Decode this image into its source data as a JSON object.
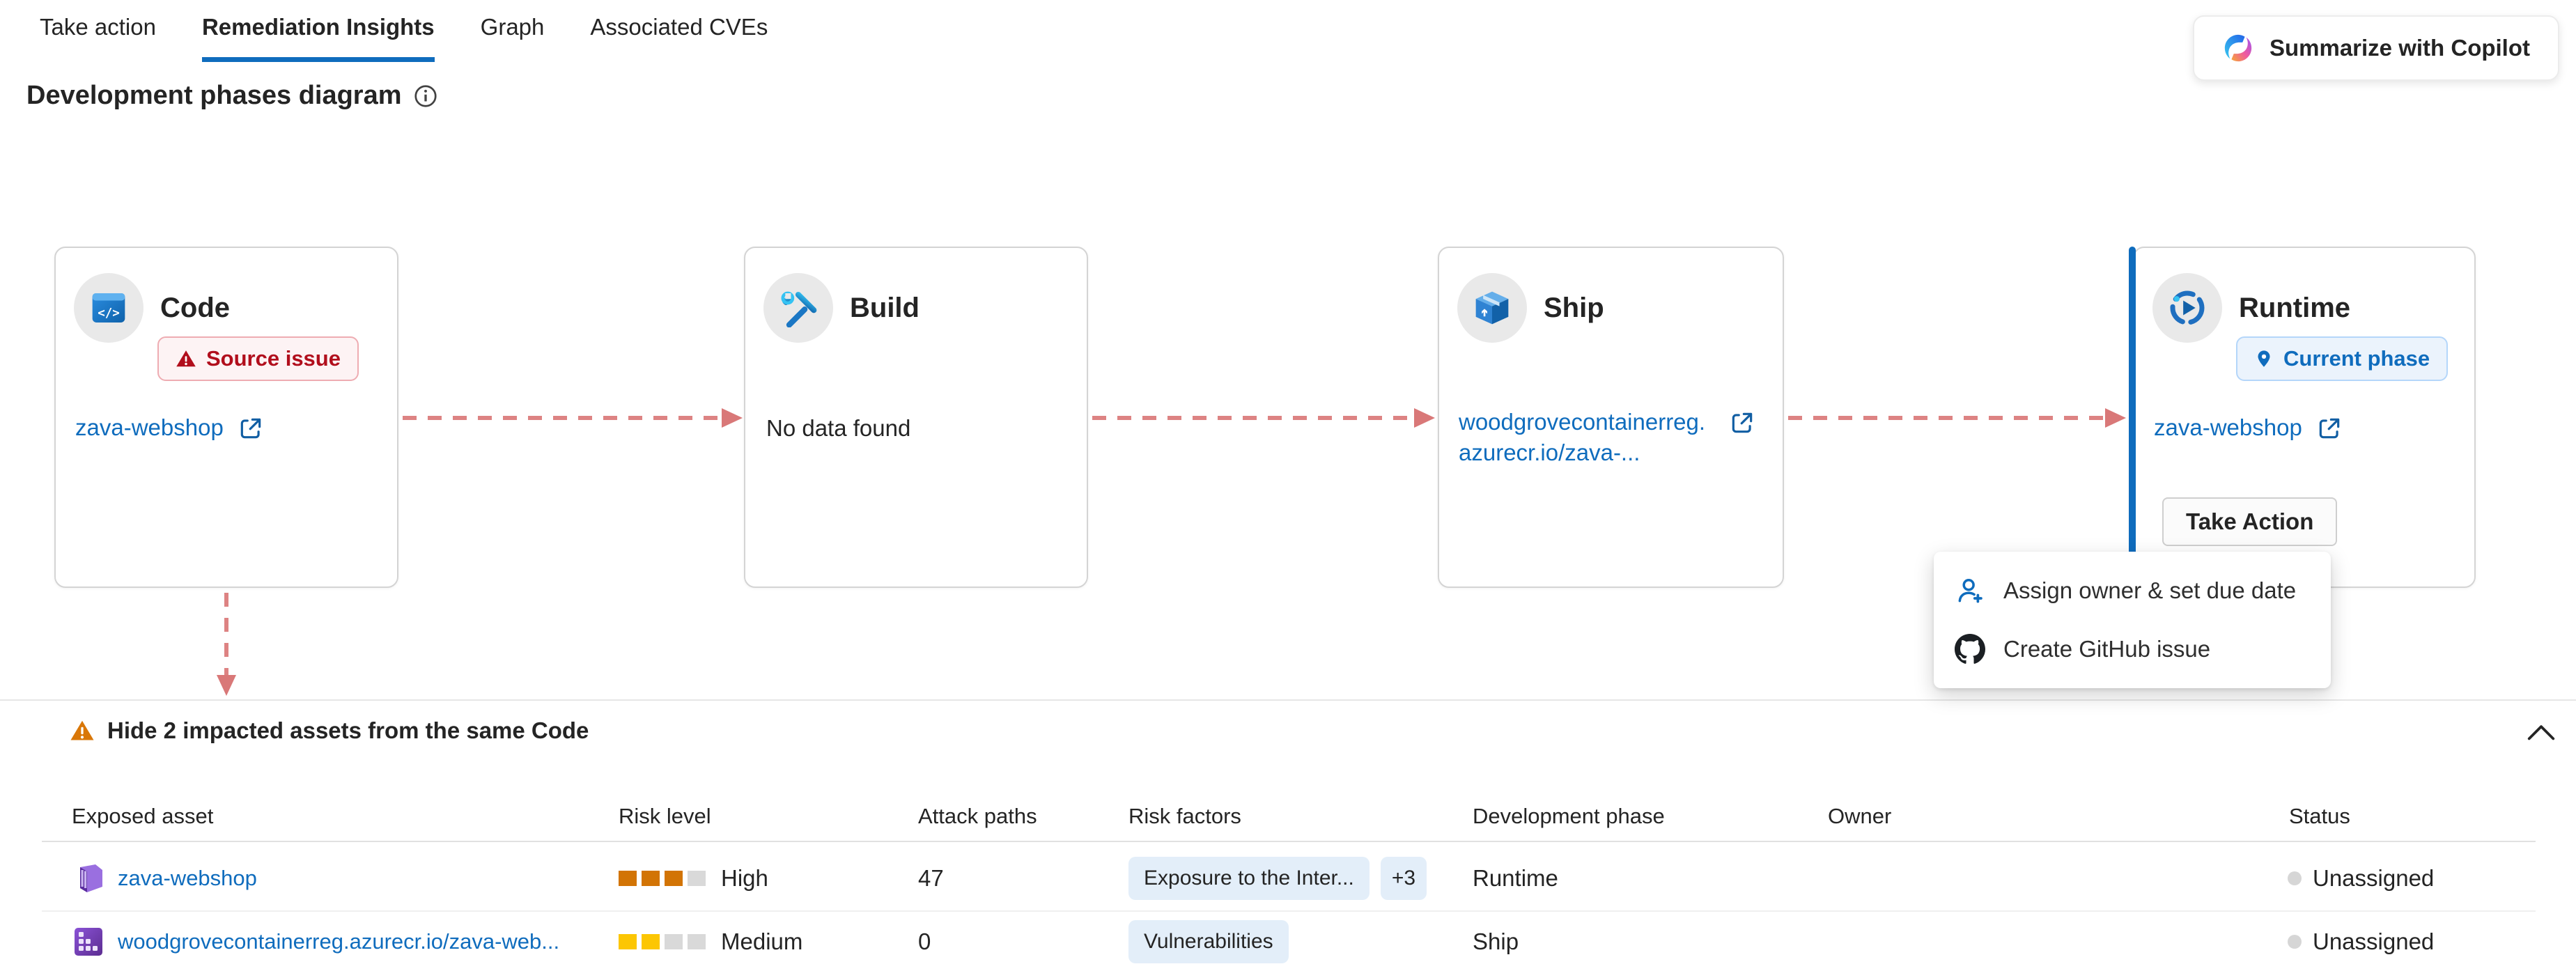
{
  "tabs": [
    {
      "label": "Take action",
      "active": false
    },
    {
      "label": "Remediation Insights",
      "active": true
    },
    {
      "label": "Graph",
      "active": false
    },
    {
      "label": "Associated CVEs",
      "active": false
    }
  ],
  "copilot": {
    "label": "Summarize with Copilot"
  },
  "heading": {
    "title": "Development phases diagram"
  },
  "phases": [
    {
      "name": "Code",
      "badge": "Source issue",
      "link": "zava-webshop"
    },
    {
      "name": "Build",
      "empty": "No data found"
    },
    {
      "name": "Ship",
      "link": "woodgrovecontainerreg.azurecr.io/zava-..."
    },
    {
      "name": "Runtime",
      "badge": "Current phase",
      "link": "zava-webshop",
      "action": "Take Action"
    }
  ],
  "action_menu": {
    "items": [
      {
        "label": "Assign owner & set due date",
        "icon": "person-add-icon"
      },
      {
        "label": "Create GitHub issue",
        "icon": "github-icon"
      }
    ]
  },
  "impacted_assets": {
    "title": "Hide 2 impacted assets from the same Code",
    "columns": [
      "Exposed asset",
      "Risk level",
      "Attack paths",
      "Risk factors",
      "Development phase",
      "Owner",
      "Status"
    ],
    "rows": [
      {
        "asset": "zava-webshop",
        "risk_label": "High",
        "risk_filled": 3,
        "risk_total": 4,
        "attack_paths": "47",
        "risk_factors": [
          "Exposure to the Inter..."
        ],
        "more_factors": "+3",
        "phase": "Runtime",
        "owner": "",
        "status": "Unassigned"
      },
      {
        "asset": "woodgrovecontainerreg.azurecr.io/zava-web...",
        "risk_label": "Medium",
        "risk_filled": 2,
        "risk_total": 4,
        "attack_paths": "0",
        "risk_factors": [
          "Vulnerabilities"
        ],
        "more_factors": "",
        "phase": "Ship",
        "owner": "",
        "status": "Unassigned"
      }
    ]
  },
  "colors": {
    "accent_blue": "#0f6cbd",
    "risk_high_orange": "#d27405",
    "risk_medium_yellow": "#fcc603",
    "flow_dash_salmon": "#dd8383",
    "source_issue_red": "#b10e1c"
  }
}
